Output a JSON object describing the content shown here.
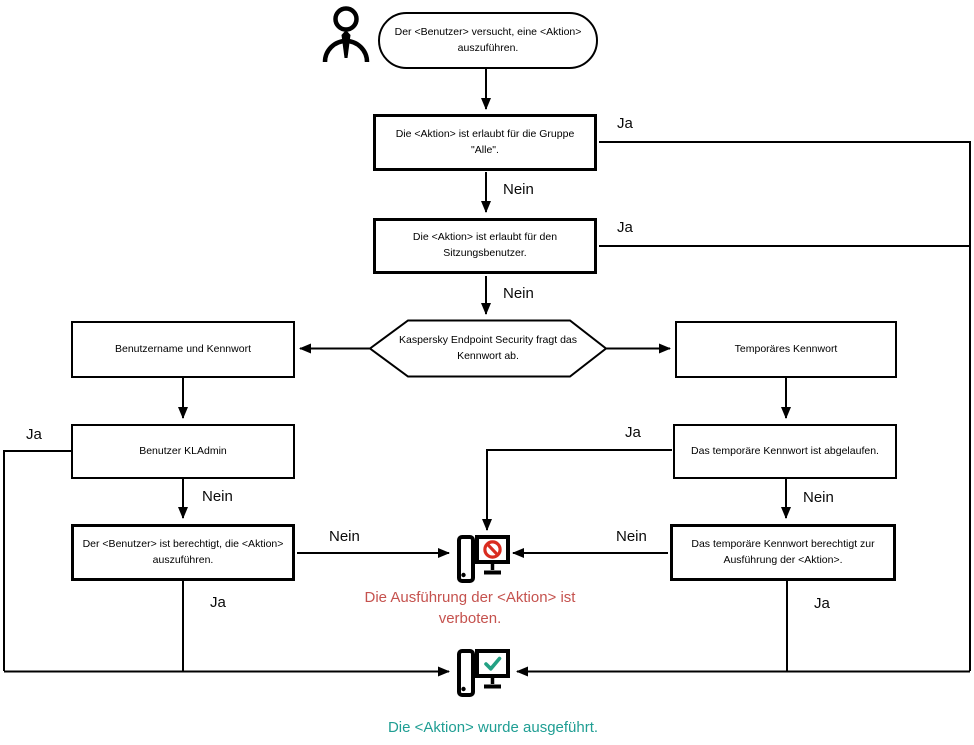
{
  "nodes": {
    "start": "Der <Benutzer> versucht, eine <Aktion> auszuführen.",
    "group_all": "Die <Aktion> ist erlaubt für die Gruppe \"Alle\".",
    "session_user": "Die <Aktion> ist erlaubt für den Sitzungsbenutzer.",
    "password_prompt": "Kaspersky Endpoint Security fragt das Kennwort ab.",
    "username_password": "Benutzername und Kennwort",
    "user_kladmin": "Benutzer KLAdmin",
    "user_authorized": "Der <Benutzer> ist berechtigt, die <Aktion> auszuführen.",
    "temp_password": "Temporäres Kennwort",
    "temp_expired": "Das temporäre Kennwort ist abgelaufen.",
    "temp_authorizes": "Das temporäre Kennwort berechtigt zur Ausführung der <Aktion>."
  },
  "results": {
    "forbidden": "Die Ausführung der <Aktion> ist verboten.",
    "executed": "Die <Aktion> wurde ausgeführt."
  },
  "edge_labels": {
    "yes": "Ja",
    "no": "Nein"
  },
  "icons": {
    "actor": "user-icon",
    "blocked": "computer-blocked-icon",
    "done": "computer-check-icon"
  },
  "colors": {
    "line": "#000000",
    "prohibition": "#D92C20",
    "forbidden_text": "#C5524E",
    "success": "#23A184",
    "done_text": "#1F9E93"
  }
}
